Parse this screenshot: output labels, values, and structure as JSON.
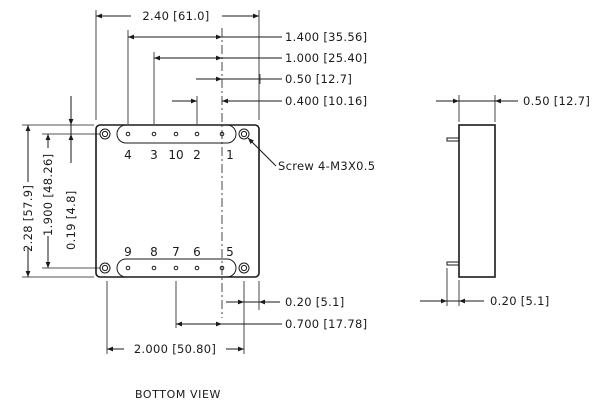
{
  "dimensions": {
    "width_2_40": "2.40 [61.0]",
    "pitch_1_400": "1.400 [35.56]",
    "pitch_1_000": "1.000 [25.40]",
    "pitch_0_50": "0.50 [12.7]",
    "pitch_0_400": "0.400 [10.16]",
    "height_2_28": "2.28 [57.9]",
    "height_1_900": "1.900 [48.26]",
    "offset_0_19": "0.19 [4.8]",
    "side_0_50": "0.50 [12.7]",
    "bottom_0_20": "0.20 [5.1]",
    "bottom_0_700": "0.700 [17.78]",
    "bottom_2_000": "2.000 [50.80]",
    "side_0_20": "0.20 [5.1]"
  },
  "pins_top": [
    "4",
    "3",
    "10",
    "2",
    "1"
  ],
  "pins_bottom": [
    "9",
    "8",
    "7",
    "6",
    "5"
  ],
  "screw_label": "Screw 4-M3X0.5",
  "caption": "BOTTOM VIEW"
}
